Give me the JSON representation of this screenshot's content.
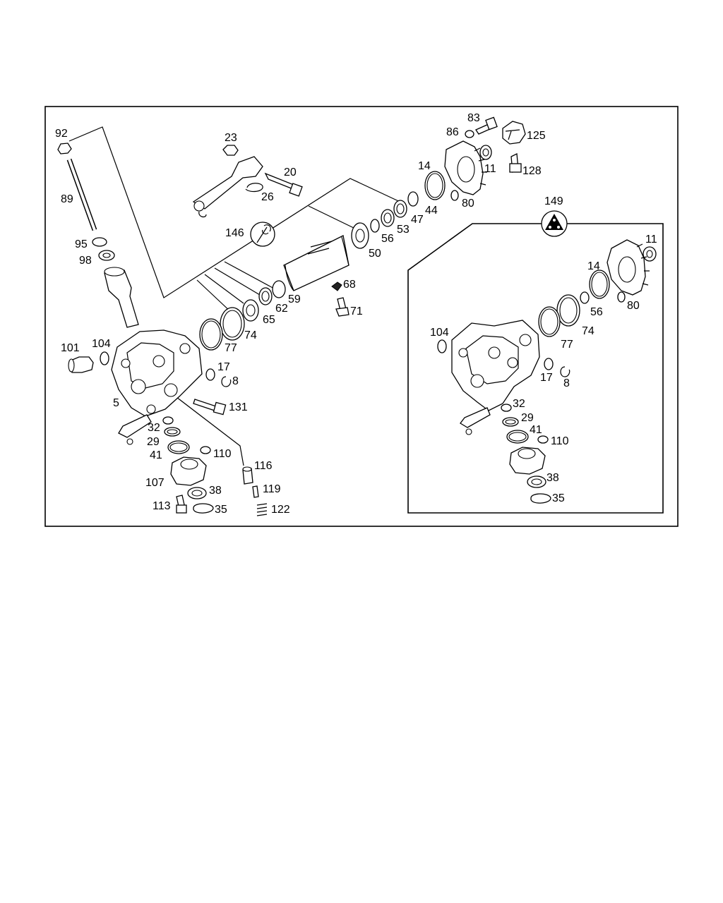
{
  "labels": {
    "p92": "92",
    "p89": "89",
    "p95": "95",
    "p98": "98",
    "p101": "101",
    "p104": "104",
    "p5": "5",
    "p23": "23",
    "p20": "20",
    "p26": "26",
    "p146": "146",
    "p62": "62",
    "p59": "59",
    "p65": "65",
    "p74": "74",
    "p77": "77",
    "p50": "50",
    "p56": "56",
    "p53": "53",
    "p47": "47",
    "p44": "44",
    "p14": "14",
    "p80": "80",
    "p86": "86",
    "p83": "83",
    "p125": "125",
    "p11": "11",
    "p128": "128",
    "p68": "68",
    "p71": "71",
    "p17": "17",
    "p8": "8",
    "p131": "131",
    "p32": "32",
    "p29": "29",
    "p41": "41",
    "p110": "110",
    "p107": "107",
    "p38": "38",
    "p113": "113",
    "p35": "35",
    "p116": "116",
    "p119": "119",
    "p122": "122",
    "p149": "149",
    "i11": "11",
    "i14": "14",
    "i56": "56",
    "i80": "80",
    "i74": "74",
    "i77": "77",
    "i104": "104",
    "i17": "17",
    "i8": "8",
    "i32": "32",
    "i29": "29",
    "i41": "41",
    "i110": "110",
    "i38": "38",
    "i35": "35"
  },
  "icons": {
    "wrench": "wrench-symbol-icon",
    "triangle": "triangle-symbol-icon"
  }
}
